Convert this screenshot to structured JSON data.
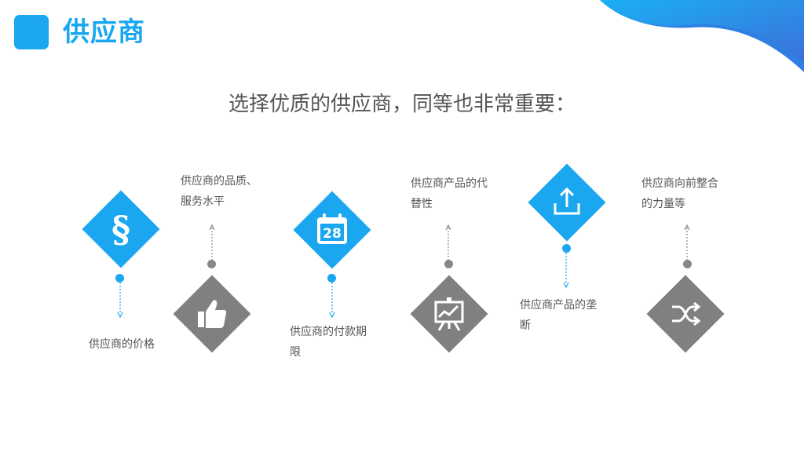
{
  "header": {
    "title": "供应商"
  },
  "subtitle": "选择优质的供应商，同等也非常重要：",
  "colors": {
    "accent_blue": "#1aa7f0",
    "gray": "#808080",
    "text": "#555555"
  },
  "items": [
    {
      "icon": "section-sign-icon",
      "icon_text": "§",
      "label_lines": [
        "供应商的价格"
      ]
    },
    {
      "icon": "thumbs-up-icon",
      "label_lines": [
        "供应商的品质、",
        "服务水平"
      ]
    },
    {
      "icon": "calendar-icon",
      "icon_text": "28",
      "label_lines": [
        "供应商的付款期",
        "限"
      ]
    },
    {
      "icon": "presentation-chart-icon",
      "label_lines": [
        "供应商产品的代",
        "替性"
      ]
    },
    {
      "icon": "upload-icon",
      "label_lines": [
        "供应商产品的垄",
        "断"
      ]
    },
    {
      "icon": "shuffle-icon",
      "label_lines": [
        "供应商向前整合",
        "的力量等"
      ]
    }
  ]
}
